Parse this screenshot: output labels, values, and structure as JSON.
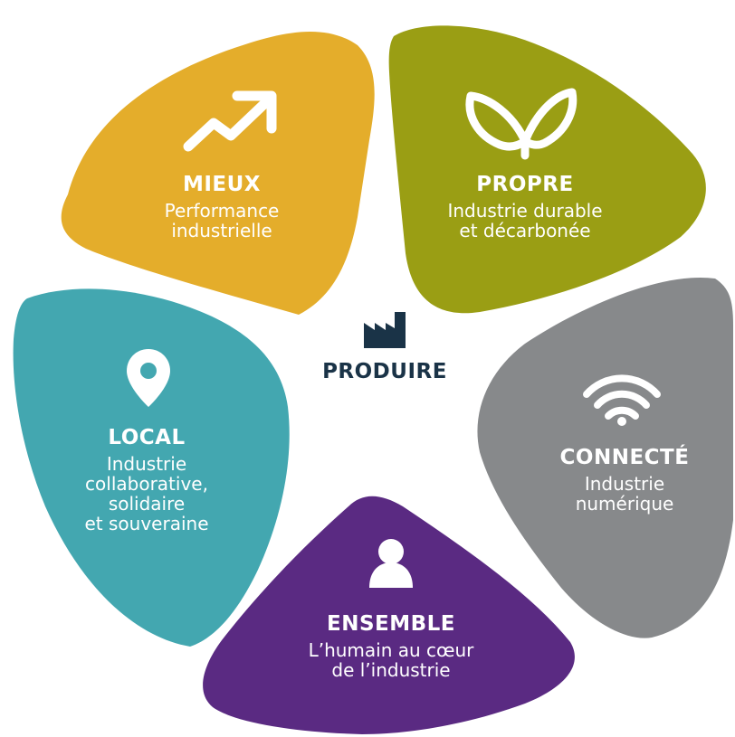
{
  "center": {
    "label": "PRODUIRE",
    "icon": "factory-icon",
    "color": "#1a3347"
  },
  "petals": [
    {
      "id": "mieux",
      "title": "MIEUX",
      "subtitle": [
        "Performance",
        "industrielle"
      ],
      "color": "#e4ad2b",
      "icon": "growth-arrow-icon"
    },
    {
      "id": "propre",
      "title": "PROPRE",
      "subtitle": [
        "Industrie durable",
        "et décarbonée"
      ],
      "color": "#9a9e14",
      "icon": "leaves-icon"
    },
    {
      "id": "connecte",
      "title": "CONNECTÉ",
      "subtitle": [
        "Industrie",
        "numérique"
      ],
      "color": "#87898b",
      "icon": "wifi-icon"
    },
    {
      "id": "ensemble",
      "title": "ENSEMBLE",
      "subtitle": [
        "L’humain au cœur",
        "de l’industrie"
      ],
      "color": "#5a2a82",
      "icon": "person-icon"
    },
    {
      "id": "local",
      "title": "LOCAL",
      "subtitle": [
        "Industrie",
        "collaborative,",
        "solidaire",
        "et souveraine"
      ],
      "color": "#43a7b0",
      "icon": "location-pin-icon"
    }
  ]
}
